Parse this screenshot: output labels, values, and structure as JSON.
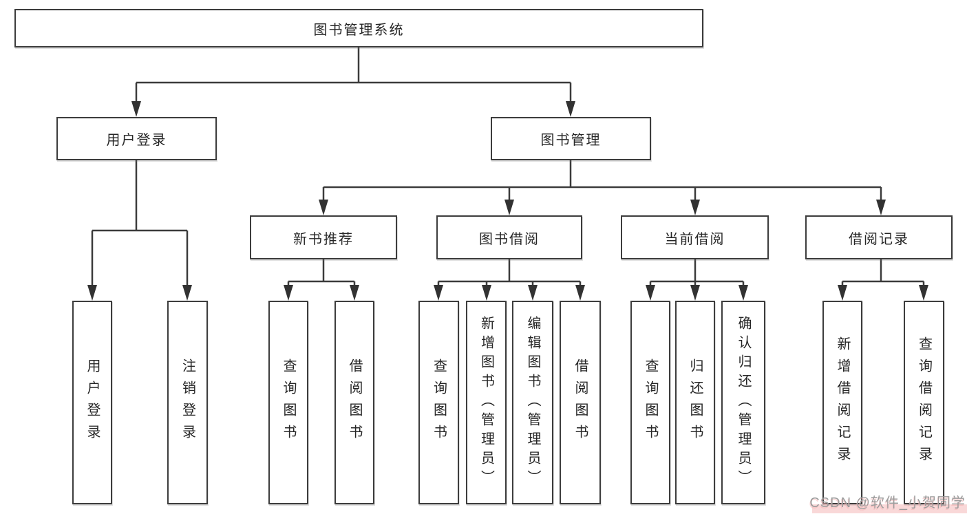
{
  "diagram_title": "图书管理系统",
  "hierarchy": {
    "label": "图书管理系统",
    "children": [
      {
        "label": "用户登录",
        "children": [
          {
            "label": "用户登录"
          },
          {
            "label": "注销登录"
          }
        ]
      },
      {
        "label": "图书管理",
        "children": [
          {
            "label": "新书推荐",
            "children": [
              {
                "label": "查询图书"
              },
              {
                "label": "借阅图书"
              }
            ]
          },
          {
            "label": "图书借阅",
            "children": [
              {
                "label": "查询图书"
              },
              {
                "label": "新增图书（管理员）"
              },
              {
                "label": "编辑图书（管理员）"
              },
              {
                "label": "借阅图书"
              }
            ]
          },
          {
            "label": "当前借阅",
            "children": [
              {
                "label": "查询图书"
              },
              {
                "label": "归还图书"
              },
              {
                "label": "确认归还（管理员）"
              }
            ]
          },
          {
            "label": "借阅记录",
            "children": [
              {
                "label": "新增借阅记录"
              },
              {
                "label": "查询借阅记录"
              }
            ]
          }
        ]
      }
    ]
  },
  "watermark": {
    "text": "CSDN @软件_小贺同学"
  },
  "colors": {
    "background": "#ffffff",
    "box_border": "#3c3c3c",
    "box_background": "#ffffff",
    "connector_line": "#3b3b3b",
    "arrow_fill": "#323232",
    "text": "#262626",
    "watermark_text": "#9c9c9c",
    "watermark_tint": "#f4b2b2"
  }
}
